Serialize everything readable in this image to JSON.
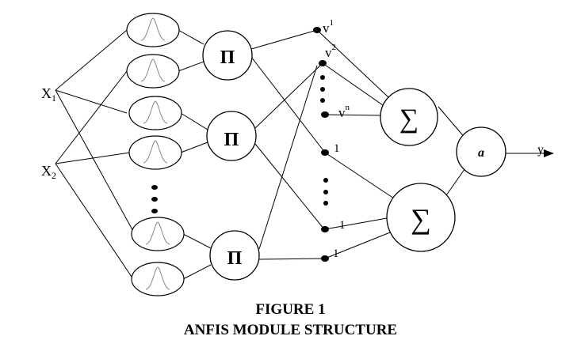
{
  "inputs": {
    "x1": "X",
    "x1_sub": "1",
    "x2": "X",
    "x2_sub": "2"
  },
  "product_symbol": "Π",
  "sum_symbol": "∑",
  "output_node": "a",
  "output_label": "y",
  "weights": {
    "v1": "v",
    "v1_sup": "1",
    "v2": "v",
    "v2_sup": "2",
    "vn": "v",
    "vn_sup": "n",
    "one_a": "1",
    "one_b": "1",
    "one_c": "1"
  },
  "caption": {
    "line1": "FIGURE 1",
    "line2": "ANFIS MODULE STRUCTURE"
  }
}
